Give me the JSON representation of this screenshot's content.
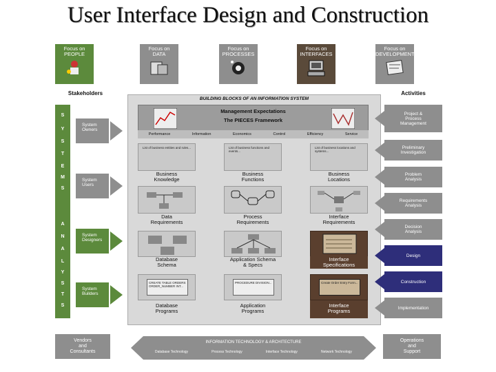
{
  "title": "User Interface Design and Construction",
  "focus": [
    {
      "line1": "Focus on",
      "line2": "PEOPLE",
      "icon": "people-icon"
    },
    {
      "line1": "Focus on",
      "line2": "DATA",
      "icon": "data-icon"
    },
    {
      "line1": "Focus on",
      "line2": "PROCESSES",
      "icon": "processes-icon"
    },
    {
      "line1": "Focus on",
      "line2": "INTERFACES",
      "icon": "interfaces-icon"
    },
    {
      "line1": "Focus on",
      "line2": "DEVELOPMENT",
      "icon": "development-icon"
    }
  ],
  "headers": {
    "stakeholders": "Stakeholders",
    "activities": "Activities"
  },
  "panel": {
    "title": "BUILDING BLOCKS OF AN INFORMATION SYSTEM",
    "pieces_line1": "Management Expectations",
    "pieces_line2": "The PIECES Framework",
    "pieces_items": [
      "Performance",
      "Information",
      "Economics",
      "Control",
      "Efficiency",
      "Service"
    ]
  },
  "cells": {
    "row1": [
      {
        "cap1": "Business",
        "cap2": "Knowledge",
        "txt": "List of business entities and rules..."
      },
      {
        "cap1": "Business",
        "cap2": "Functions",
        "txt": "List of business functions and events..."
      },
      {
        "cap1": "Business",
        "cap2": "Locations",
        "txt": "List of business locations and systems..."
      }
    ],
    "row2": [
      {
        "cap1": "Data",
        "cap2": "Requirements"
      },
      {
        "cap1": "Process",
        "cap2": "Requirements"
      },
      {
        "cap1": "Interface",
        "cap2": "Requirements"
      }
    ],
    "row3": [
      {
        "cap1": "Database",
        "cap2": "Schema"
      },
      {
        "cap1": "Application Schema",
        "cap2": "& Specs"
      },
      {
        "cap1": "Interface",
        "cap2": "Specifications"
      }
    ],
    "row4": [
      {
        "cap1": "Database",
        "cap2": "Programs",
        "txt": "CREATE TABLE ORDERS ORDER_NUMBER INT..."
      },
      {
        "cap1": "Application",
        "cap2": "Programs",
        "txt": "PROCEDURE DIVISION..."
      },
      {
        "cap1": "Interface",
        "cap2": "Programs",
        "txt": "Create Order Entry Form..."
      }
    ]
  },
  "systems_letters": [
    "S",
    "Y",
    "S",
    "T",
    "E",
    "M",
    "S",
    "A",
    "N",
    "A",
    "L",
    "Y",
    "S",
    "T",
    "S"
  ],
  "roles": [
    {
      "l1": "System",
      "l2": "Owners"
    },
    {
      "l1": "System",
      "l2": "Users"
    },
    {
      "l1": "System",
      "l2": "Designers"
    },
    {
      "l1": "System",
      "l2": "Builders"
    }
  ],
  "activities": [
    {
      "l1": "Project &",
      "l2": "Process",
      "l3": "Management"
    },
    {
      "l1": "Preliminary",
      "l2": "Investigation",
      "l3": ""
    },
    {
      "l1": "Problem",
      "l2": "Analysis",
      "l3": ""
    },
    {
      "l1": "Requirements",
      "l2": "Analysis",
      "l3": ""
    },
    {
      "l1": "Decision",
      "l2": "Analysis",
      "l3": ""
    },
    {
      "l1": "Design",
      "l2": "",
      "l3": ""
    },
    {
      "l1": "Construction",
      "l2": "",
      "l3": ""
    },
    {
      "l1": "Implementation",
      "l2": "",
      "l3": ""
    }
  ],
  "bottom": {
    "vendors_l1": "Vendors",
    "vendors_l2": "and",
    "vendors_l3": "Consultants",
    "it_title": "INFORMATION TECHNOLOGY & ARCHITECTURE",
    "it_items": [
      "Database Technology",
      "Process Technology",
      "Interface Technology",
      "Network Technology"
    ],
    "ops_l1": "Operations",
    "ops_l2": "and",
    "ops_l3": "Support"
  },
  "colors": {
    "green": "#5c8a3c",
    "gray": "#8e8e8e",
    "brown": "#5a3f2e",
    "blue": "#2e2e7a"
  }
}
